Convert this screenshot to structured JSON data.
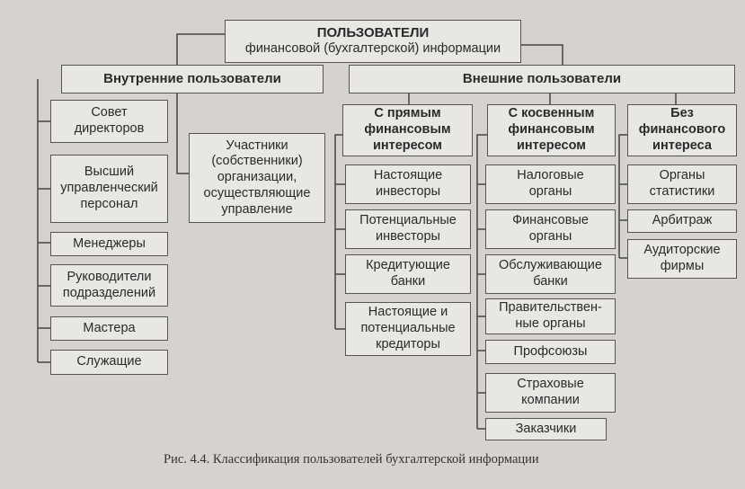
{
  "root": {
    "title": "ПОЛЬЗОВАТЕЛИ",
    "subtitle": "финансовой (бухгалтерской) информации"
  },
  "internal": {
    "label": "Внутренние пользователи",
    "items": [
      "Совет\nдиректоров",
      "Высший\nуправленческий\nперсонал",
      "Менеджеры",
      "Руководители\nподразделений",
      "Мастера",
      "Служащие"
    ],
    "owners": "Участники\n(собственники)\nорганизации,\nосуществляющие\nуправление"
  },
  "external": {
    "label": "Внешние пользователи",
    "groups": [
      {
        "label": "С прямым\nфинансовым\nинтересом",
        "items": [
          "Настоящие\nинвесторы",
          "Потенциальные\nинвесторы",
          "Кредитующие\nбанки",
          "Настоящие и\nпотенциальные\nкредиторы"
        ]
      },
      {
        "label": "С косвенным\nфинансовым\nинтересом",
        "items": [
          "Налоговые\nорганы",
          "Финансовые\nорганы",
          "Обслуживающие\nбанки",
          "Правительствен-\nные органы",
          "Профсоюзы",
          "Страховые\nкомпании",
          "Заказчики"
        ]
      },
      {
        "label": "Без\nфинансового\nинтереса",
        "items": [
          "Органы\nстатистики",
          "Арбитраж",
          "Аудиторские\nфирмы"
        ]
      }
    ]
  },
  "caption": "Рис. 4.4. Классификация пользователей бухгалтерской информации"
}
